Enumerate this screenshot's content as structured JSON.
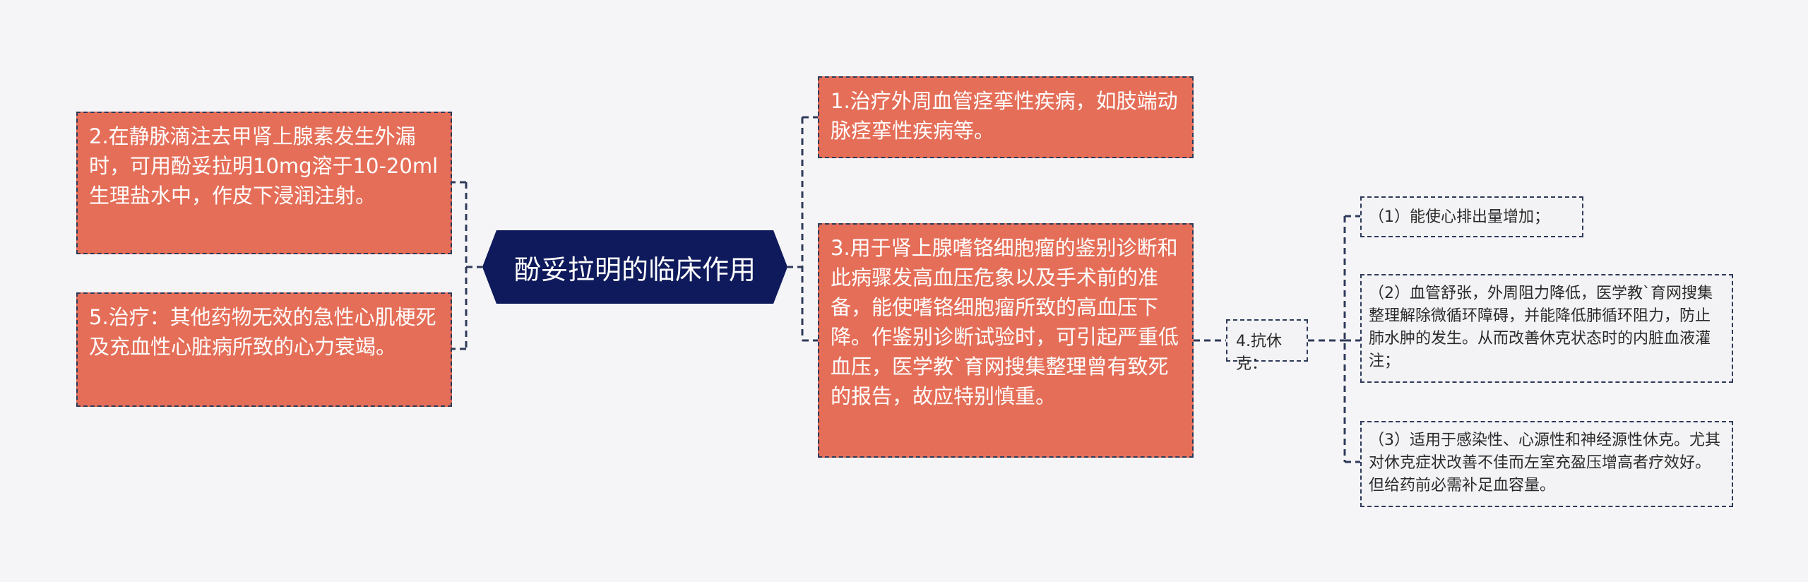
{
  "center": {
    "label": "酚妥拉明的临床作用"
  },
  "left_nodes": [
    {
      "text": "2.在静脉滴注去甲肾上腺素发生外漏时，可用酚妥拉明10mg溶于10-20ml生理盐水中，作皮下浸润注射。"
    },
    {
      "text": "5.治疗：其他药物无效的急性心肌梗死及充血性心脏病所致的心力衰竭。"
    }
  ],
  "right_nodes": [
    {
      "text": "1.治疗外周血管痉挛性疾病，如肢端动脉痉挛性疾病等。"
    },
    {
      "text": "3.用于肾上腺嗜铬细胞瘤的鉴别诊断和此病骤发高血压危象以及手术前的准备，能使嗜铬细胞瘤所致的高血压下降。作鉴别诊断试验时，可引起严重低血压，医学教`育网搜集整理曾有致死的报告，故应特别慎重。"
    }
  ],
  "shock": {
    "label": "4.抗休克：",
    "items": [
      {
        "text": "（1）能使心排出量增加；"
      },
      {
        "text": "（2）血管舒张，外周阻力降低，医学教`育网搜集整理解除微循环障碍，并能降低肺循环阻力，防止肺水肿的发生。从而改善休克状态时的内脏血液灌注；"
      },
      {
        "text": "（3）适用于感染性、心源性和神经源性休克。尤其对休克症状改善不佳而左室充盈压增高者疗效好。但给药前必需补足血容量。"
      }
    ]
  },
  "colors": {
    "background": "#f5f5f7",
    "center_fill": "#0f1a5c",
    "node_fill": "#e56e58",
    "sub_node_fill": "#f3f3f5",
    "connector": "#2e3a5a"
  }
}
